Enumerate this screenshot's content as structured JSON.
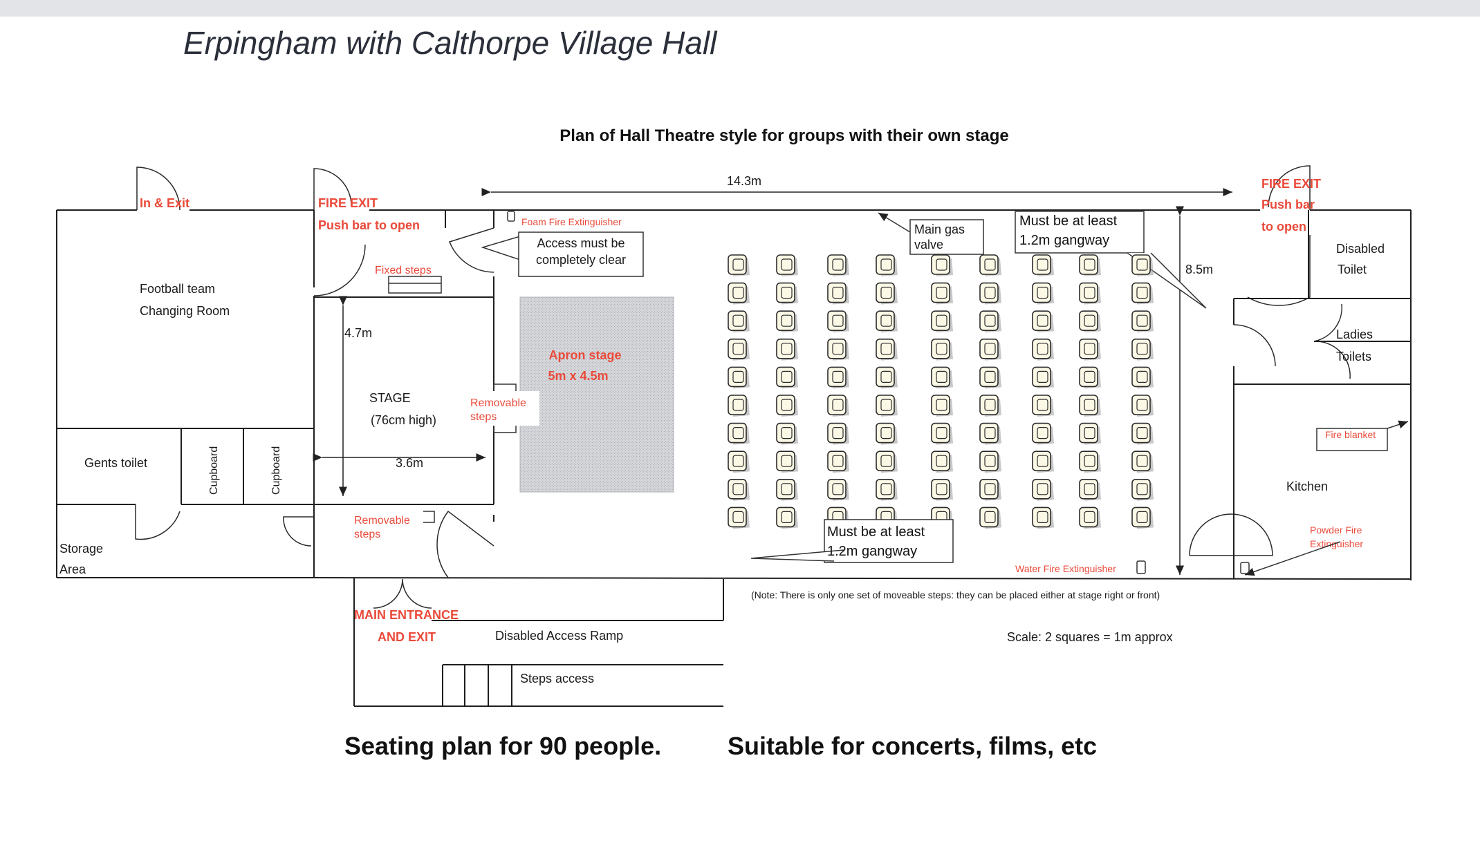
{
  "handwritten_title": "Erpingham with Calthorpe Village Hall",
  "plan_title": "Plan of Hall Theatre style for groups with their own stage",
  "rooms": {
    "football": [
      "Football team",
      "Changing Room"
    ],
    "gents": "Gents toilet",
    "cupboard": "Cupboard",
    "storage": [
      "Storage",
      "Area"
    ],
    "stage": [
      "STAGE",
      "(76cm high)"
    ],
    "disabled_toilet": [
      "Disabled",
      "Toilet"
    ],
    "ladies": [
      "Ladies",
      "Toilets"
    ],
    "kitchen": "Kitchen",
    "ramp": "Disabled Access Ramp",
    "steps_access": "Steps access"
  },
  "dimensions": {
    "hall_length": "14.3m",
    "hall_width": "8.5m",
    "stage_depth": "4.7m",
    "stage_width": "3.6m"
  },
  "exits": {
    "in_exit": "In & Exit",
    "fire_exit_left": [
      "FIRE EXIT",
      "Push bar to open"
    ],
    "fire_exit_right": [
      "FIRE EXIT",
      "Push bar",
      "to open"
    ],
    "main_entrance": [
      "MAIN ENTRANCE",
      "AND EXIT"
    ]
  },
  "labels": {
    "fixed_steps": "Fixed steps",
    "foam_extinguisher": "Foam Fire Extinguisher",
    "removable_steps_stage": [
      "Removable",
      "steps"
    ],
    "removable_steps_entrance": [
      "Removable",
      "steps"
    ],
    "apron_stage": [
      "Apron stage",
      "5m x 4.5m"
    ],
    "fire_blanket": "Fire blanket",
    "powder_extinguisher": [
      "Powder Fire",
      "Extinguisher"
    ],
    "water_extinguisher": "Water Fire Extinguisher"
  },
  "callouts": {
    "access_clear": [
      "Access must be",
      "completely clear"
    ],
    "gas_valve": [
      "Main gas",
      "valve"
    ],
    "gangway_top": [
      "Must be at least",
      "1.2m gangway"
    ],
    "gangway_bottom": [
      "Must be at least",
      "1.2m gangway"
    ]
  },
  "note": "(Note: There is only one set of moveable steps: they can be placed either at stage right or front)",
  "scale": "Scale:  2 squares = 1m approx",
  "footer": {
    "left": "Seating plan for 90 people.",
    "right": "Suitable for concerts, films, etc"
  },
  "seating": {
    "columns": 9,
    "rows": 10,
    "total": 90
  },
  "colors": {
    "wall": "#1e1e1e",
    "accent_red": "#ea4a3a",
    "chair_fill": "#fbf8e6",
    "apron_fill": "#cfd0d4"
  }
}
